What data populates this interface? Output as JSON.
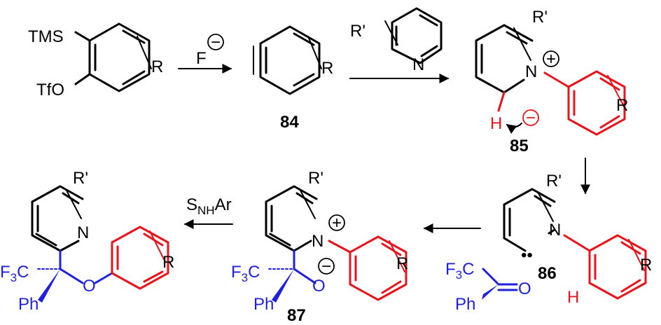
{
  "colors": {
    "black": "#000000",
    "red": "#e8141b",
    "blue": "#1f1fe0"
  },
  "labels": {
    "tms": "TMS",
    "tfo": "TfO",
    "r": "R",
    "r_prime": "R'",
    "n": "N",
    "h": "H",
    "fluoride": "F",
    "charge_minus": "−",
    "charge_plus": "+",
    "f3c": "F",
    "f3c_3": "3",
    "f3c_c": "C",
    "ph": "Ph",
    "o": "O",
    "snh_s": "S",
    "snh_sub": "NH",
    "snh_ar": "Ar",
    "carbene_dots": "••"
  },
  "compounds": {
    "c84": "84",
    "c85": "85",
    "c86": "86",
    "c87": "87"
  }
}
